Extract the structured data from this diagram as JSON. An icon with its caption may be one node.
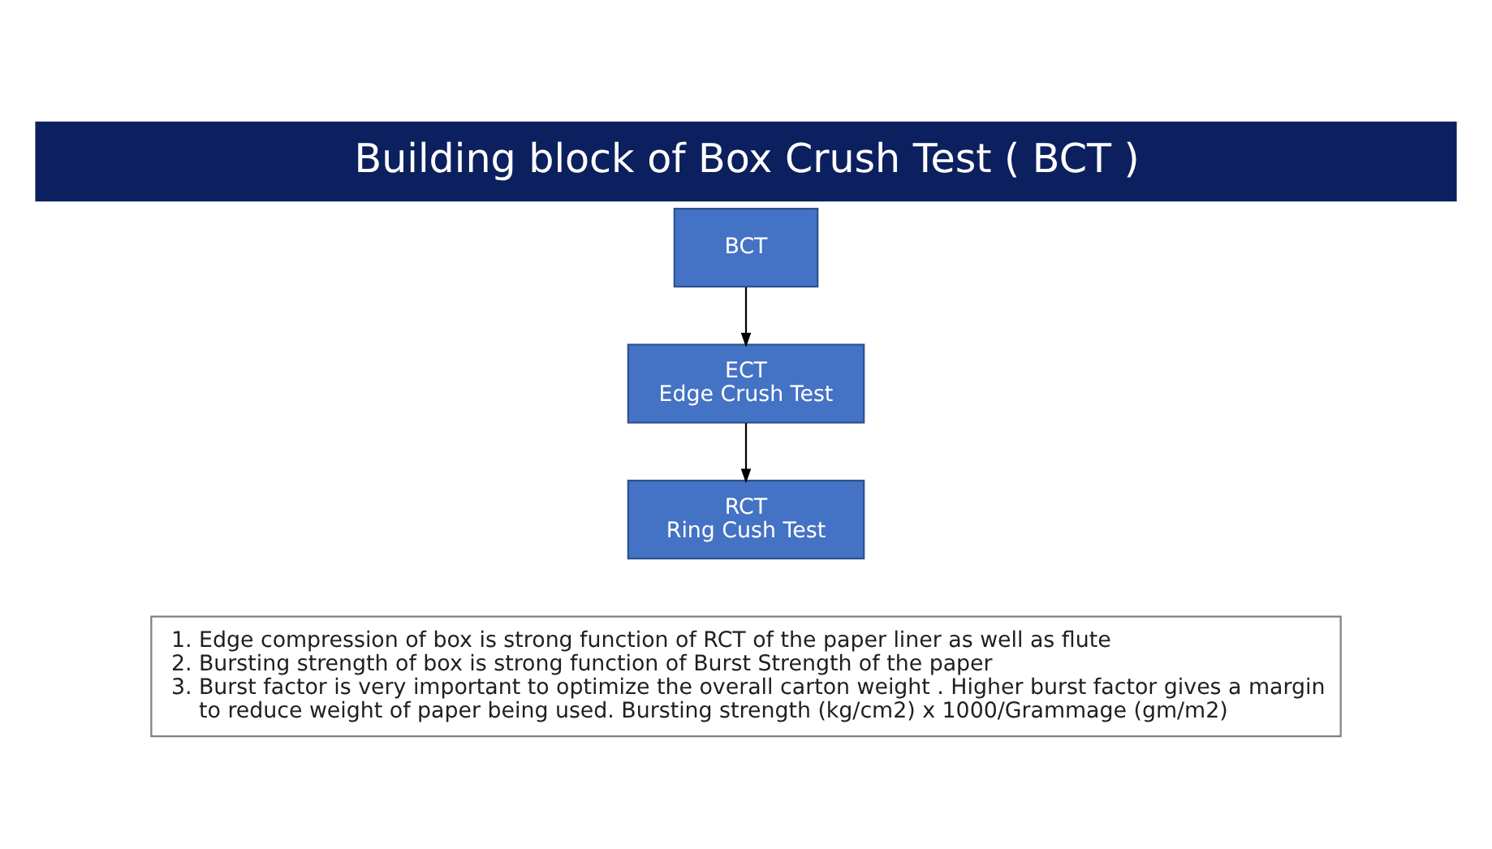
{
  "diagram": {
    "title": "Building block of Box Crush Test ( BCT )",
    "nodes": [
      {
        "text": [
          "BCT"
        ]
      },
      {
        "text": [
          "ECT",
          "Edge Crush Test"
        ]
      },
      {
        "text": [
          "RCT",
          "Ring Cush Test"
        ]
      },
      {
        "text": [
          "1. Edge compression of box is strong function of RCT of the paper liner as well as flute",
          "2. Bursting strength of box is strong function of Burst Strength of the paper",
          "3. Burst factor is very important to optimize the overall carton weight . Higher burst factor gives a margin to reduce weight of paper being used. Bursting strength (kg/cm2) x 1000/Grammage (gm/m2)"
        ]
      }
    ],
    "edges": [
      {
        "from": 0,
        "to": 1,
        "arrow": "to"
      },
      {
        "from": 1,
        "to": 2,
        "arrow": "to"
      }
    ]
  }
}
